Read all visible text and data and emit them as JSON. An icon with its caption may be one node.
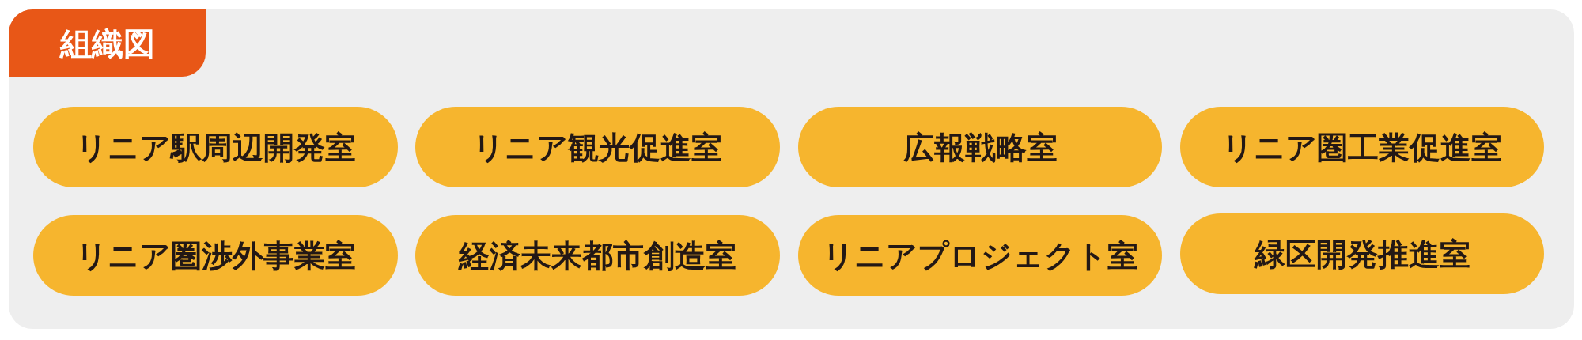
{
  "diagram": {
    "title": "組織図",
    "nodes": [
      {
        "text": [
          "リニア駅周辺開発室"
        ]
      },
      {
        "text": [
          "リニア観光促進室"
        ]
      },
      {
        "text": [
          "広報戦略室"
        ]
      },
      {
        "text": [
          "リニア圏工業促進室"
        ]
      },
      {
        "text": [
          "リニア圏渉外事業室"
        ]
      },
      {
        "text": [
          "経済未来都市創造室"
        ]
      },
      {
        "text": [
          "リニアプロジェクト室"
        ]
      },
      {
        "text": [
          "緑区開発推進室"
        ]
      }
    ]
  }
}
